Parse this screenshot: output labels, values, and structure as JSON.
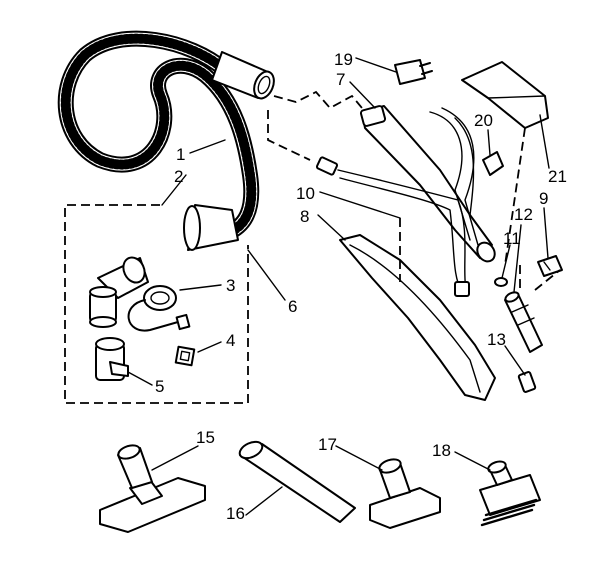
{
  "diagram": {
    "part_numbers": {
      "p1": "1",
      "p2": "2",
      "p3": "3",
      "p4": "4",
      "p5": "5",
      "p6": "6",
      "p7": "7",
      "p8": "8",
      "p9": "9",
      "p10": "10",
      "p11": "11",
      "p12": "12",
      "p13": "13",
      "p15": "15",
      "p16": "16",
      "p17": "17",
      "p18": "18",
      "p19": "19",
      "p20": "20",
      "p21": "21"
    },
    "colors": {
      "ink": "#000000",
      "paper": "#ffffff"
    }
  }
}
